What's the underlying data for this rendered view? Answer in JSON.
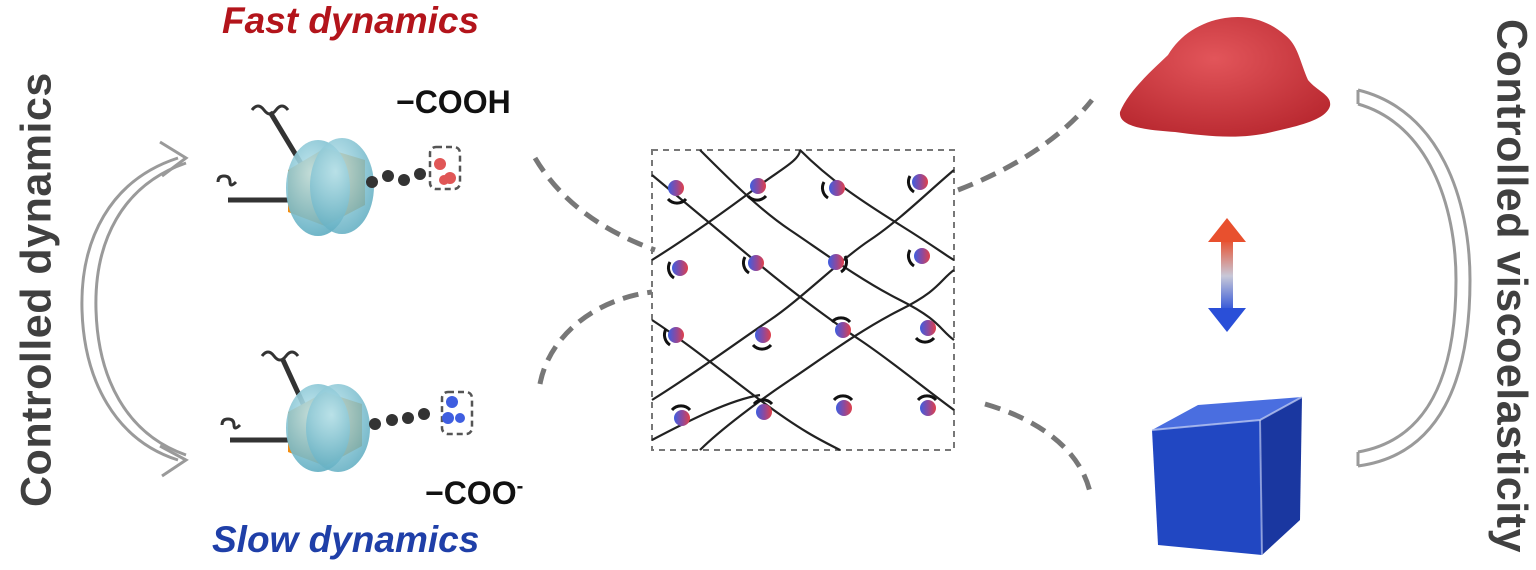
{
  "labels": {
    "fast_dynamics": "Fast dynamics",
    "slow_dynamics": "Slow dynamics",
    "controlled_dynamics": "Controlled dynamics",
    "controlled_viscoelasticity": "Controlled viscoelasticity",
    "cooh": "−COOH",
    "coo": "−COO",
    "coo_charge": "-"
  },
  "colors": {
    "fast": "#b3141b",
    "slow": "#1f3fa8",
    "ring": "#7fc6d6",
    "axle_plate": "#f28c0f",
    "acid_group": "#e05656",
    "base_group": "#3f5ee0",
    "soft_gel": "#cc2f33",
    "hard_cube": "#2147c2",
    "text": "#404040"
  },
  "icons": {
    "switch_arrow_left": "curved-double-arrow-icon",
    "switch_arrow_right": "bracket-arrow-icon",
    "gradient_arrow": "red-blue-double-arrow-icon"
  }
}
